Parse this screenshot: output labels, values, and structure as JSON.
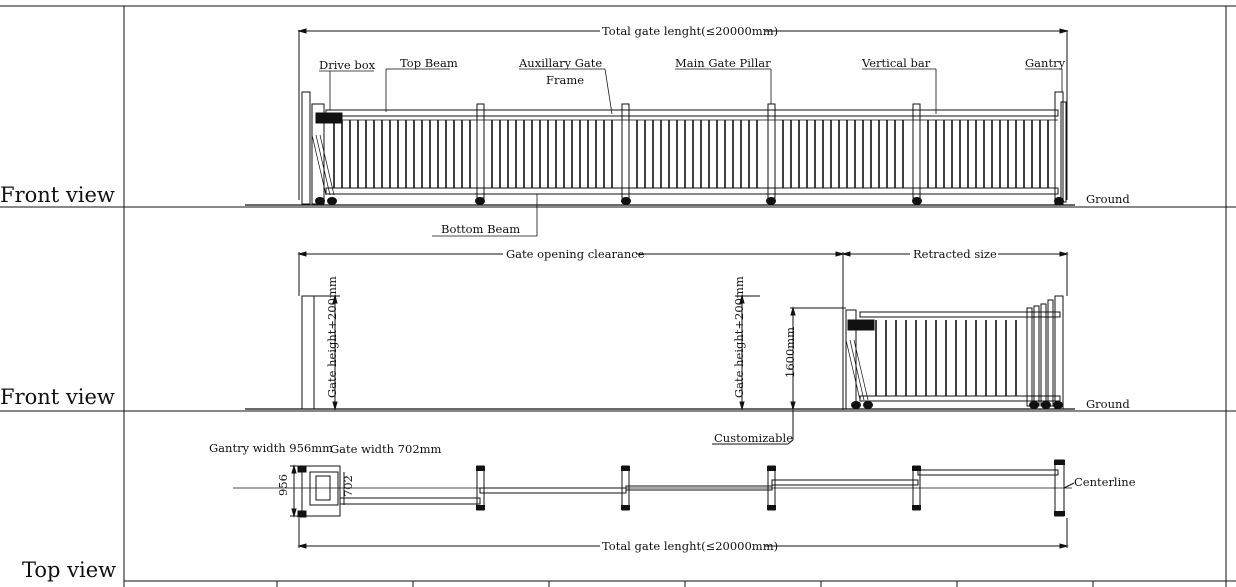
{
  "views": {
    "front1": "Front view",
    "front2": "Front view",
    "top": "Top view"
  },
  "labels": {
    "total_length_top": "Total gate lenght(≤20000mm)",
    "drive_box": "Drive box",
    "top_beam": "Top Beam",
    "aux_frame_1": "Auxillary Gate",
    "aux_frame_2": "Frame",
    "main_pillar": "Main Gate Pillar",
    "vertical_bar": "Vertical bar",
    "gantry": "Gantry",
    "ground1": "Ground",
    "bottom_beam": "Bottom Beam",
    "opening_clearance": "Gate opening clearance",
    "retracted_size": "Retracted size",
    "gate_height_left": "Gate height+200mm",
    "gate_height_right": "Gate height+200mm",
    "h1600": "1600mm",
    "ground2": "Ground",
    "customizable": "Customizable",
    "gantry_width": "Gantry width 956mm",
    "gate_width": "Gate width 702mm",
    "dim956": "956",
    "dim702": "702",
    "centerline": "Centerline",
    "total_length_bottom": "Total gate lenght(≤20000mm)"
  }
}
